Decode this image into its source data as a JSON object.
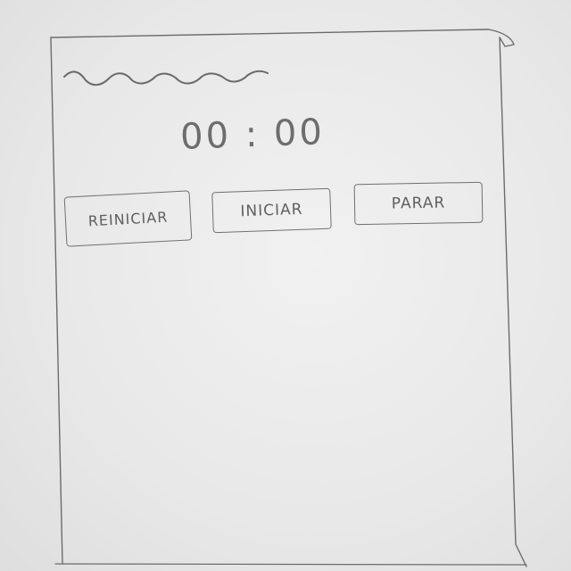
{
  "timer": {
    "display": "00 : 00"
  },
  "buttons": {
    "reset_label": "REINICIAR",
    "start_label": "INICIAR",
    "stop_label": "PARAR"
  }
}
